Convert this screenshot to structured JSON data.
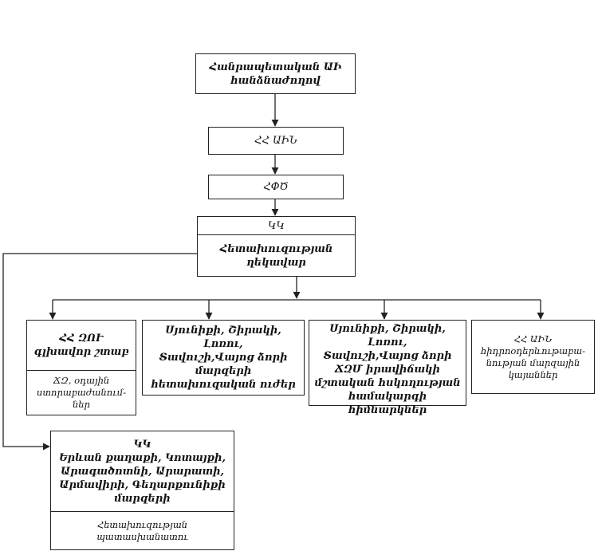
{
  "nodes": {
    "top_authority": {
      "text": "Հանրապետական ԱԻ\nհանձնաժողով"
    },
    "hh_aik": {
      "text": "ՀՀ ԱԻՆ"
    },
    "hfts": {
      "text": "ՀՓԾ"
    },
    "kk_leadership": {
      "header": "ԿԿ",
      "body": "Հետախուզության\nղեկավար"
    },
    "hh_zou": {
      "header": "ՀՀ ԶՈՒ\nգլխավոր շտաբ",
      "body": "ՃԶ, օդային\nստորաբաժանում-\nներ"
    },
    "regional_teams": {
      "text": "Սյունիքի, Շիրակի, Լոռու,\nՏավուշի,Վայոց ձորի\nմարզերի\nհետախուզական ուժեր"
    },
    "regional_system": {
      "text": "Սյունիքի, Շիրակի, Լոռու,\nՏավուշի,Վայոց ձորի\nՃԶՄ իրավիճակի\nմշտական հսկողության\nհամակարգի հիմնարկներ"
    },
    "hh_aik_regional": {
      "text": "ՀՀ ԱԻՆ\nհիդրոօդերևութաբա-\nնության մարզային\nկայաններ"
    },
    "kk_city": {
      "header": "ԿԿ\nԵրևան քաղաքի, Կոտայքի,\nԱրագածոտնի, Արարատի,\nԱրմավիրի, Գեղարքունիքի\nմարզերի",
      "body": "Հետախուզության\nպատասխանատու"
    }
  }
}
